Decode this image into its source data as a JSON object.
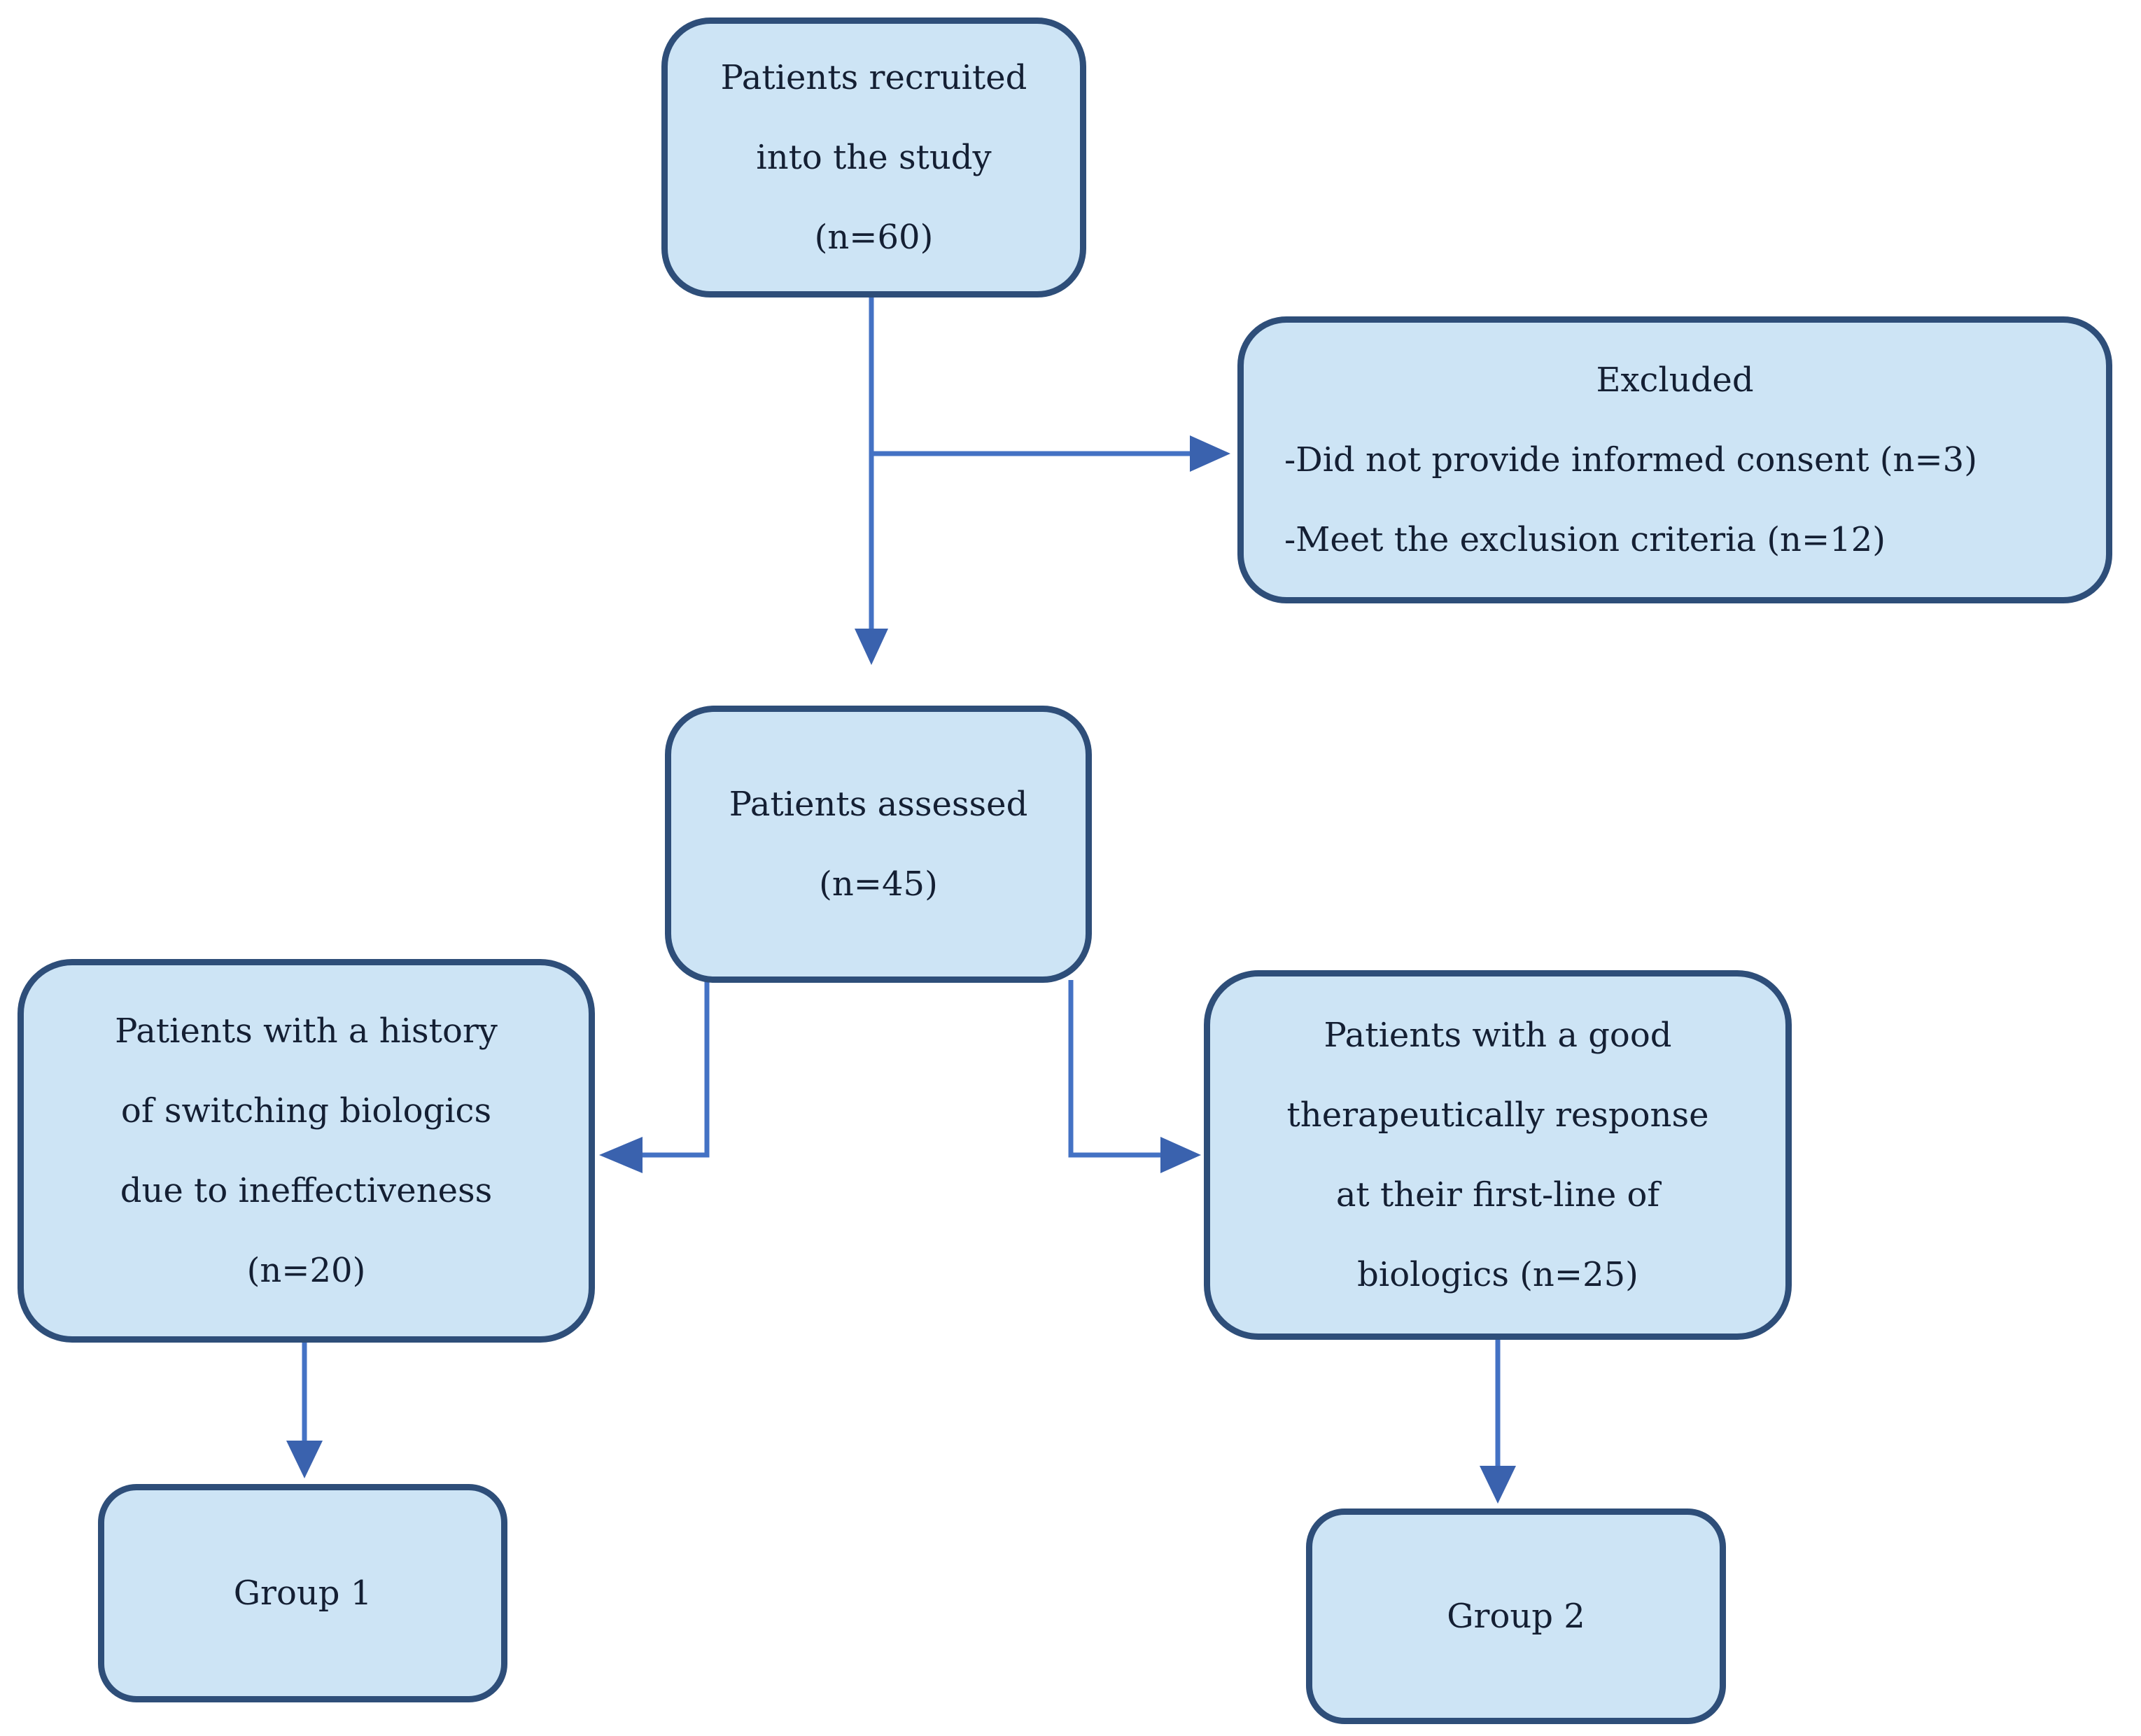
{
  "colors": {
    "background": "#ffffff",
    "box_fill": "#cde4f5",
    "box_border": "#2e4e79",
    "arrow": "#4472c4",
    "arrowhead": "#3a62ae",
    "text": "#141f33"
  },
  "nodes": {
    "recruited": {
      "lines": [
        "Patients recruited",
        "into the study",
        "(n=60)"
      ]
    },
    "excluded": {
      "title": "Excluded",
      "items": [
        "-Did not provide informed consent (n=3)",
        "-Meet the exclusion criteria (n=12)"
      ]
    },
    "assessed": {
      "lines": [
        "Patients assessed",
        "(n=45)"
      ]
    },
    "switch_history": {
      "lines": [
        "Patients with a history",
        "of switching biologics",
        "due to ineffectiveness",
        "(n=20)"
      ]
    },
    "good_response": {
      "lines": [
        "Patients with a good",
        "therapeutically response",
        "at their first-line of",
        "biologics (n=25)"
      ]
    },
    "group1": {
      "label": "Group 1"
    },
    "group2": {
      "label": "Group 2"
    }
  }
}
